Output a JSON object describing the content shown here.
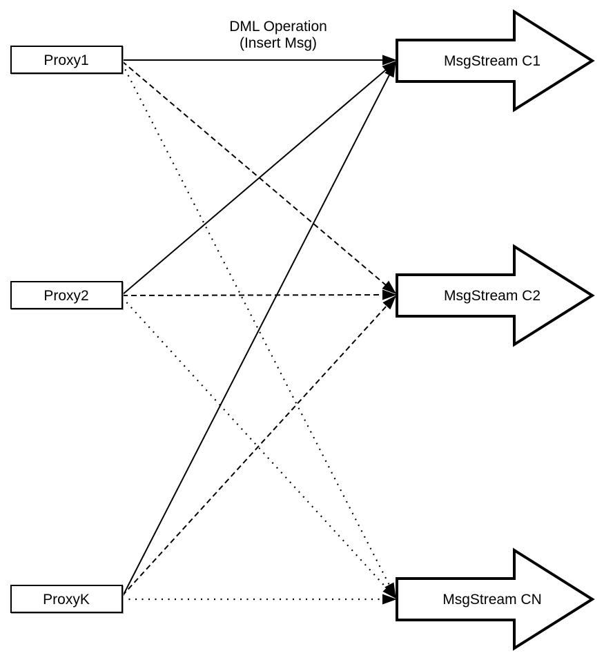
{
  "diagram": {
    "title": {
      "line1": "DML Operation",
      "line2": "(Insert Msg)"
    },
    "proxies": [
      {
        "id": "proxy1",
        "label": "Proxy1"
      },
      {
        "id": "proxy2",
        "label": "Proxy2"
      },
      {
        "id": "proxyk",
        "label": "ProxyK"
      }
    ],
    "streams": [
      {
        "id": "c1",
        "label": "MsgStream C1",
        "incoming_line_style": "solid"
      },
      {
        "id": "c2",
        "label": "MsgStream C2",
        "incoming_line_style": "dashed"
      },
      {
        "id": "cn",
        "label": "MsgStream CN",
        "incoming_line_style": "dotted"
      }
    ],
    "connections": [
      {
        "from": "Proxy1",
        "to": "MsgStream C1",
        "style": "solid"
      },
      {
        "from": "Proxy1",
        "to": "MsgStream C2",
        "style": "dashed"
      },
      {
        "from": "Proxy1",
        "to": "MsgStream CN",
        "style": "dotted"
      },
      {
        "from": "Proxy2",
        "to": "MsgStream C1",
        "style": "solid"
      },
      {
        "from": "Proxy2",
        "to": "MsgStream C2",
        "style": "dashed"
      },
      {
        "from": "Proxy2",
        "to": "MsgStream CN",
        "style": "dotted"
      },
      {
        "from": "ProxyK",
        "to": "MsgStream C1",
        "style": "solid"
      },
      {
        "from": "ProxyK",
        "to": "MsgStream C2",
        "style": "dashed"
      },
      {
        "from": "ProxyK",
        "to": "MsgStream CN",
        "style": "dotted"
      }
    ],
    "colors": {
      "line": "#000000",
      "shape_fill": "#ffffff",
      "background": "#ffffff"
    }
  }
}
